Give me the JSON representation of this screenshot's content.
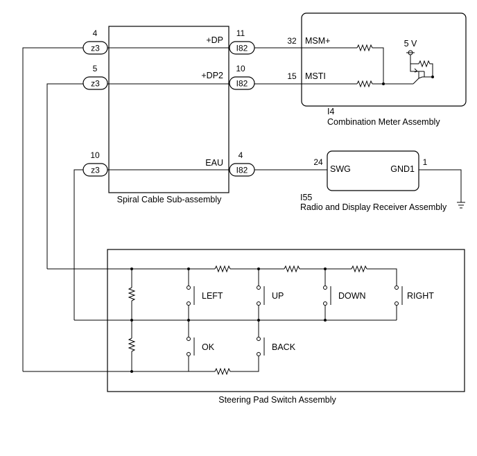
{
  "spiral_cable": {
    "name": "Spiral Cable Sub-assembly",
    "pins": [
      {
        "connector": "z3",
        "pin": "4",
        "signal": "+DP"
      },
      {
        "connector": "z3",
        "pin": "5",
        "signal": "+DP2"
      },
      {
        "connector": "z3",
        "pin": "10",
        "signal": "EAU"
      }
    ],
    "right_pins": [
      {
        "connector": "I82",
        "pin": "11"
      },
      {
        "connector": "I82",
        "pin": "10"
      },
      {
        "connector": "I82",
        "pin": "4"
      }
    ]
  },
  "combination_meter": {
    "id": "I4",
    "name": "Combination Meter Assembly",
    "terminals": [
      {
        "pin": "32",
        "name": "MSM+"
      },
      {
        "pin": "15",
        "name": "MSTI"
      }
    ],
    "supply": "5 V"
  },
  "radio": {
    "id": "I55",
    "name": "Radio and Display Receiver Assembly",
    "terminals": [
      {
        "pin": "24",
        "name": "SWG"
      },
      {
        "pin": "1",
        "name": "GND1"
      }
    ]
  },
  "steering_pad": {
    "name": "Steering Pad Switch Assembly",
    "switches": [
      "LEFT",
      "UP",
      "DOWN",
      "RIGHT",
      "OK",
      "BACK"
    ]
  }
}
